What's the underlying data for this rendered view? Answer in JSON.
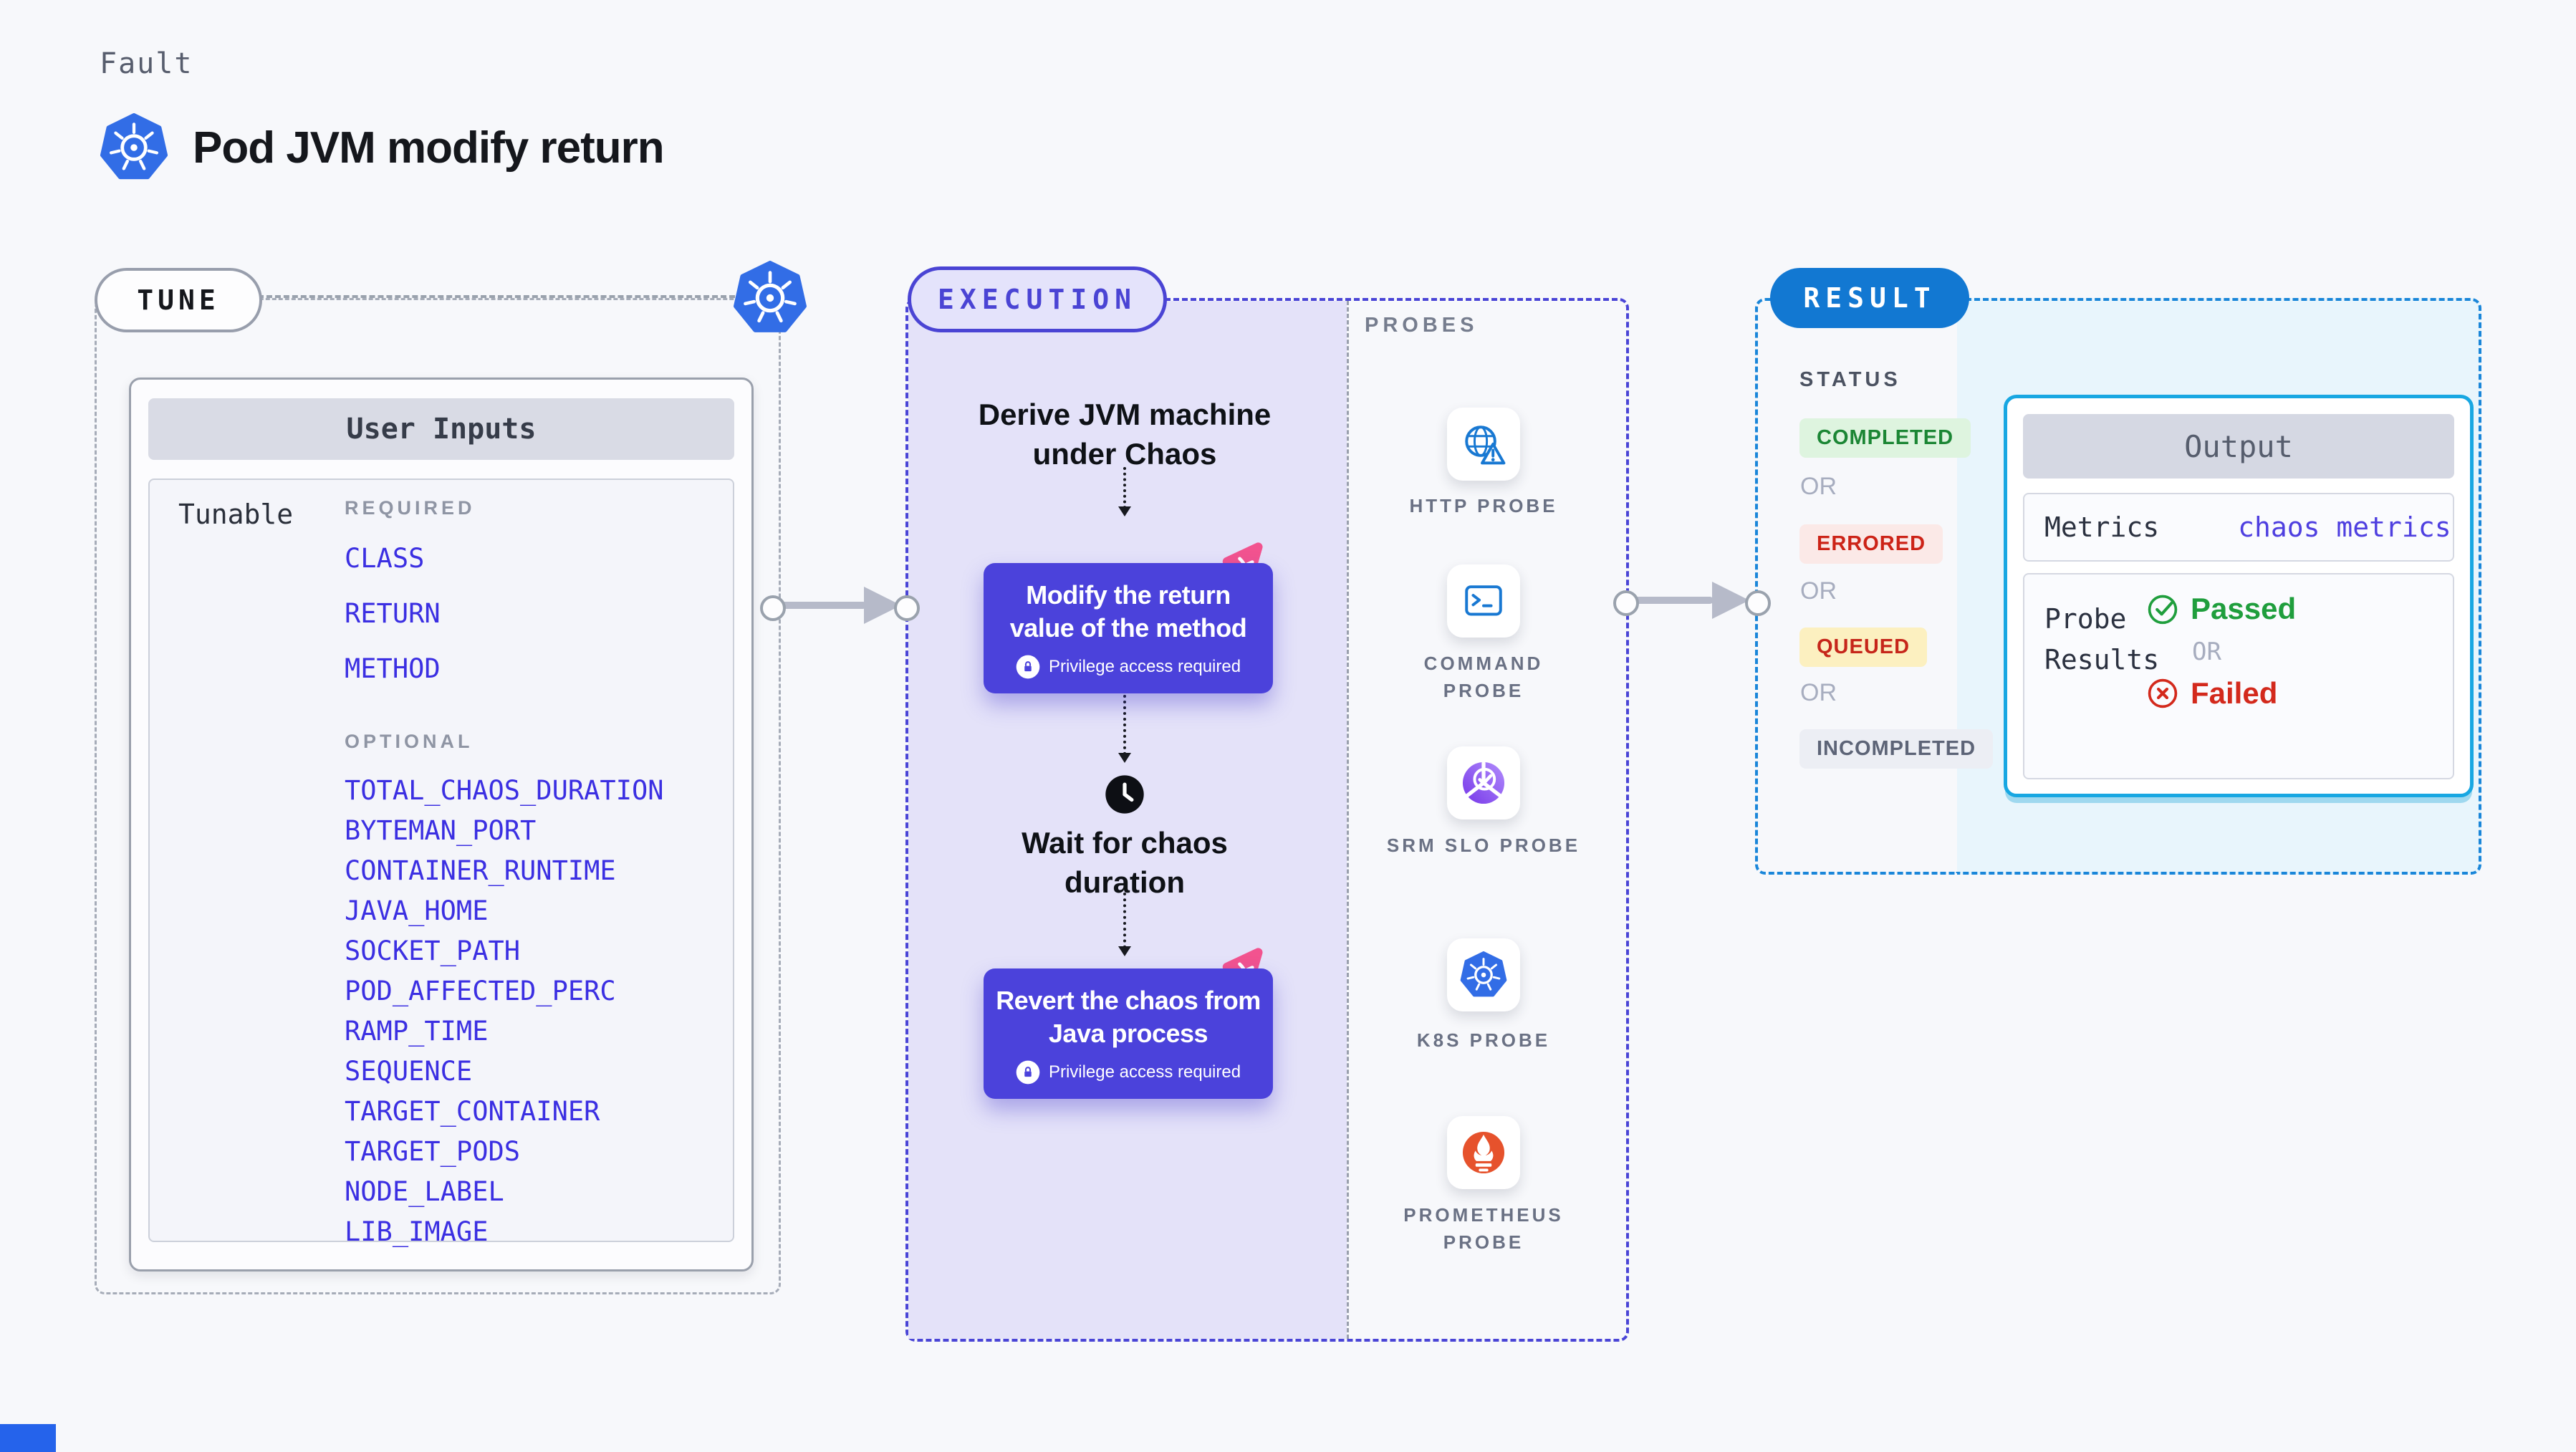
{
  "header": {
    "eyebrow": "Fault",
    "title": "Pod JVM modify return"
  },
  "tune": {
    "badge": "TUNE",
    "card_title": "User Inputs",
    "row_label": "Tunable",
    "required_label": "REQUIRED",
    "required_items": [
      "CLASS",
      "RETURN",
      "METHOD"
    ],
    "optional_label": "OPTIONAL",
    "optional_items": [
      "TOTAL_CHAOS_DURATION",
      "BYTEMAN_PORT",
      "CONTAINER_RUNTIME",
      "JAVA_HOME",
      "SOCKET_PATH",
      "POD_AFFECTED_PERC",
      "RAMP_TIME",
      "SEQUENCE",
      "TARGET_CONTAINER",
      "TARGET_PODS",
      "NODE_LABEL",
      "LIB_IMAGE"
    ]
  },
  "execution": {
    "badge": "EXECUTION",
    "derive_label": "Derive JVM machine under Chaos",
    "card1": {
      "title": "Modify the return value of the method",
      "privilege_label": "Privilege access required"
    },
    "wait_label": "Wait for chaos duration",
    "card2": {
      "title": "Revert the chaos from Java process",
      "privilege_label": "Privilege access required"
    }
  },
  "probes": {
    "label": "PROBES",
    "items": [
      {
        "name": "HTTP PROBE",
        "icon": "http-probe-icon"
      },
      {
        "name": "COMMAND PROBE",
        "icon": "command-probe-icon"
      },
      {
        "name": "SRM SLO PROBE",
        "icon": "srm-slo-probe-icon"
      },
      {
        "name": "K8S PROBE",
        "icon": "k8s-probe-icon"
      },
      {
        "name": "PROMETHEUS PROBE",
        "icon": "prometheus-probe-icon"
      }
    ]
  },
  "result": {
    "badge": "RESULT",
    "status_label": "STATUS",
    "or_label": "OR",
    "statuses": [
      {
        "label": "COMPLETED",
        "bg": "#def4df",
        "color": "#1b8634"
      },
      {
        "label": "ERRORED",
        "bg": "#fbe9e7",
        "color": "#cc2317"
      },
      {
        "label": "QUEUED",
        "bg": "#fcf0c0",
        "color": "#c6261a"
      },
      {
        "label": "INCOMPLETED",
        "bg": "#eceef4",
        "color": "#5d6477"
      }
    ],
    "output": {
      "title": "Output",
      "metrics_label": "Metrics",
      "metrics_value": "chaos metrics",
      "probe_results_label": "Probe Results",
      "passed_label": "Passed",
      "or_label": "OR",
      "failed_label": "Failed"
    }
  },
  "colors": {
    "accent_indigo": "#4a44d4",
    "accent_blue": "#1278d2",
    "exec_bg": "#e4e2f9",
    "result_bg": "#e8f5fc",
    "card_indigo": "#4b42db",
    "link_blue": "#3b2fe2",
    "pink": "#f2538f",
    "passed_green": "#1f9e3d",
    "failed_red": "#d3291c",
    "k8s_blue": "#326de6",
    "prometheus_orange": "#e6522c"
  }
}
